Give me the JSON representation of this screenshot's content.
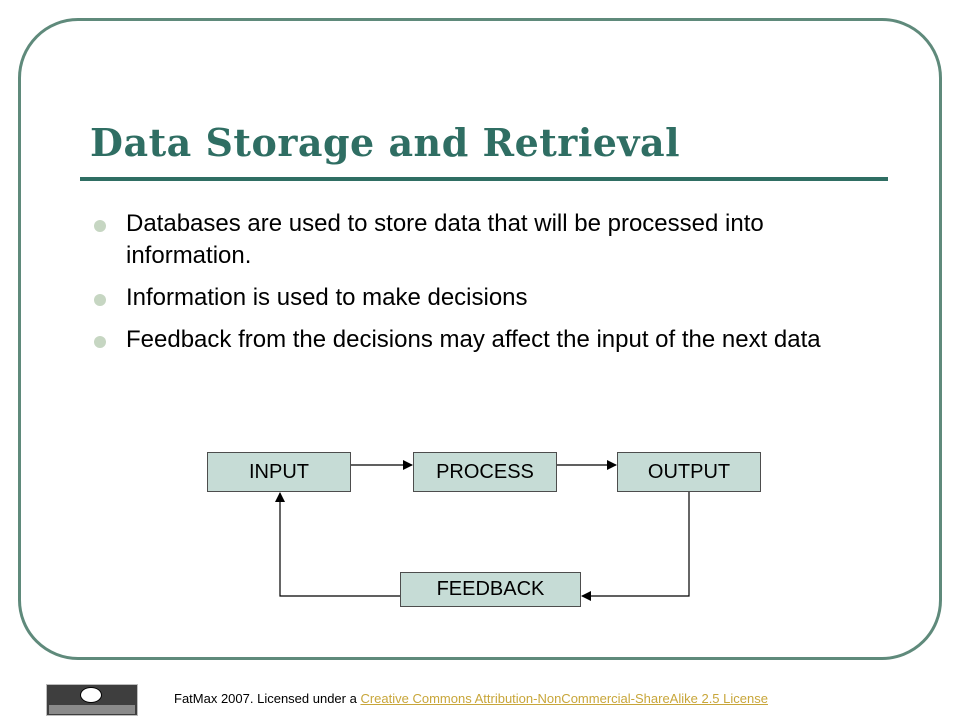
{
  "slide": {
    "title": "Data Storage and Retrieval",
    "bullets": [
      "Databases are used to store data that will be processed into information.",
      "Information is used to make decisions",
      "Feedback from the decisions may affect the input of the next data"
    ]
  },
  "diagram": {
    "nodes": {
      "input": "INPUT",
      "process": "PROCESS",
      "output": "OUTPUT",
      "feedback": "FEEDBACK"
    }
  },
  "footer": {
    "text": "FatMax 2007. Licensed under a ",
    "link_text": "Creative Commons Attribution-NonCommercial-ShareAlike 2.5 License",
    "link_color": "#c8a63a"
  },
  "colors": {
    "accent": "#2f6e63",
    "frame": "#5f8a7b",
    "box_fill": "#c6dcd6"
  },
  "icons": {
    "badge": "creative-commons-icon"
  }
}
